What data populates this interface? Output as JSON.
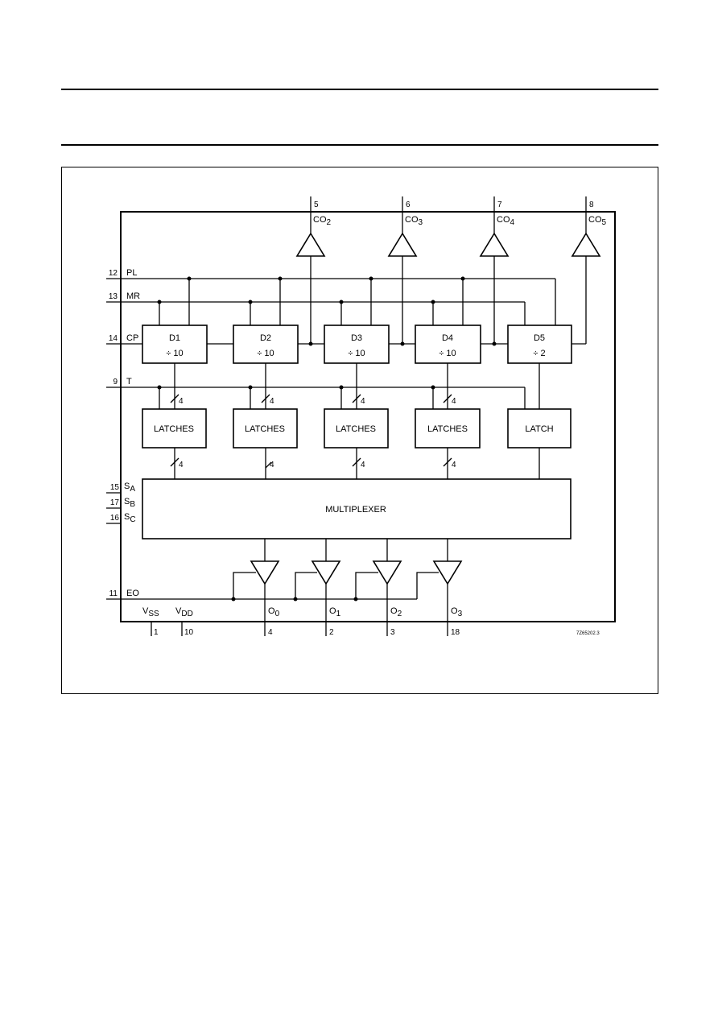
{
  "header_rules": [
    "top",
    "bottom"
  ],
  "diagram": {
    "input_pins": [
      {
        "num": "12",
        "name": "PL"
      },
      {
        "num": "13",
        "name": "MR"
      },
      {
        "num": "14",
        "name": "CP"
      },
      {
        "num": "9",
        "name": "T"
      },
      {
        "num": "11",
        "name": "EO"
      }
    ],
    "select_pins": [
      {
        "num": "15",
        "name": "S",
        "sub": "A"
      },
      {
        "num": "17",
        "name": "S",
        "sub": "B"
      },
      {
        "num": "16",
        "name": "S",
        "sub": "C"
      }
    ],
    "carry_outputs": [
      {
        "pin": "5",
        "name": "CO",
        "sub": "2"
      },
      {
        "pin": "6",
        "name": "CO",
        "sub": "3"
      },
      {
        "pin": "7",
        "name": "CO",
        "sub": "4"
      },
      {
        "pin": "8",
        "name": "CO",
        "sub": "5"
      }
    ],
    "counters": [
      {
        "name": "D1",
        "ratio": "÷ 10"
      },
      {
        "name": "D2",
        "ratio": "÷ 10"
      },
      {
        "name": "D3",
        "ratio": "÷ 10"
      },
      {
        "name": "D4",
        "ratio": "÷ 10"
      },
      {
        "name": "D5",
        "ratio": "÷ 2"
      }
    ],
    "latches": [
      "LATCHES",
      "LATCHES",
      "LATCHES",
      "LATCHES",
      "LATCH"
    ],
    "bus_width": "4",
    "multiplexer": "MULTIPLEXER",
    "outputs": [
      {
        "name": "O",
        "sub": "0",
        "pin": "4"
      },
      {
        "name": "O",
        "sub": "1",
        "pin": "2"
      },
      {
        "name": "O",
        "sub": "2",
        "pin": "3"
      },
      {
        "name": "O",
        "sub": "3",
        "pin": "18"
      }
    ],
    "supply": [
      {
        "name": "V",
        "sub": "SS",
        "pin": "1"
      },
      {
        "name": "V",
        "sub": "DD",
        "pin": "10"
      }
    ],
    "figure_code": "7Z65202.3"
  }
}
